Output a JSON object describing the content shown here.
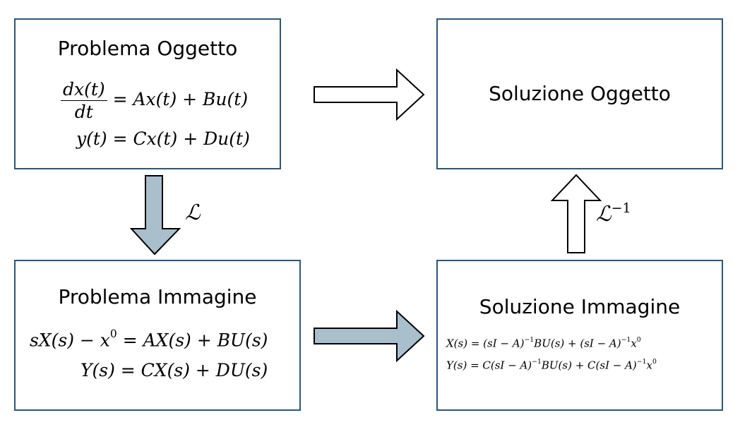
{
  "boxes": {
    "object_problem": {
      "title": "Problema Oggetto",
      "eq1_lhs_num": "dx(t)",
      "eq1_lhs_den": "dt",
      "eq1_rhs": "= Ax(t) + Bu(t)",
      "eq2": "y(t) = Cx(t) + Du(t)"
    },
    "object_solution": {
      "title": "Soluzione Oggetto"
    },
    "image_problem": {
      "title": "Problema Immagine",
      "eq1_a": "sX(s) − x",
      "eq1_sup": "0",
      "eq1_b": " = AX(s) + BU(s)",
      "eq2": "Y(s) = CX(s) + DU(s)"
    },
    "image_solution": {
      "title": "Soluzione Immagine",
      "eq1_a": "X(s) = (sI − A)",
      "eq1_sup1": "−1",
      "eq1_b": "BU(s) + (sI − A)",
      "eq1_sup2": "−1",
      "eq1_c": "x",
      "eq1_sup3": "0",
      "eq2_a": "Y(s) = C(sI − A)",
      "eq2_sup1": "−1",
      "eq2_b": "BU(s) + C(sI − A)",
      "eq2_sup2": "−1",
      "eq2_c": "x",
      "eq2_sup3": "0"
    }
  },
  "operators": {
    "laplace": "ℒ",
    "inverse_laplace": "ℒ",
    "inverse_exponent": "−1"
  },
  "colors": {
    "border": "#2e5677",
    "filled_arrow": "#a9bfcc",
    "hollow_arrow": "#ffffff"
  }
}
